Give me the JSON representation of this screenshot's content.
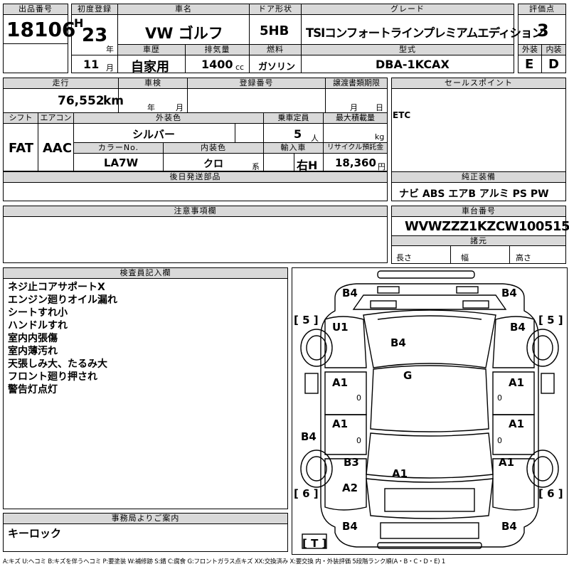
{
  "header": {
    "lot_label": "出品番号",
    "lot": "18106",
    "first_reg_label": "初度登録",
    "era": "H",
    "year": "23",
    "year_unit": "年",
    "month": "11",
    "month_unit": "月",
    "car_name_label": "車名",
    "car_name": "VW ゴルフ",
    "door_label": "ドア形状",
    "door": "5HB",
    "grade_label": "グレード",
    "grade": "TSIコンフォートラインプレミアムエディション",
    "score_label": "評価点",
    "score": "3",
    "history_label": "車歴",
    "history": "自家用",
    "displacement_label": "排気量",
    "displacement": "1400",
    "displacement_unit": "cc",
    "fuel_label": "燃料",
    "fuel": "ガソリン",
    "model_code_label": "型式",
    "model_code": "DBA-1KCAX",
    "exterior_label": "外装",
    "exterior": "E",
    "interior_label": "内装",
    "interior": "D"
  },
  "middle": {
    "mileage_label": "走行",
    "mileage": "76,552",
    "mileage_unit": "km",
    "inspection_label": "車検",
    "year_unit": "年",
    "month_unit": "月",
    "reg_no_label": "登録番号",
    "transfer_label": "譲渡書類期限",
    "tr_month": "月",
    "tr_day": "日",
    "shift_label": "シフト",
    "shift": "FAT",
    "ac_label": "エアコン",
    "ac": "AAC",
    "ext_color_label": "外装色",
    "ext_color": "シルバー",
    "capacity_label": "乗車定員",
    "capacity": "5",
    "capacity_unit": "人",
    "max_load_label": "最大積載量",
    "max_load_unit": "kg",
    "color_no_label": "カラーNo.",
    "color_no": "LA7W",
    "int_color_label": "内装色",
    "int_color": "クロ",
    "int_color_unit": "系",
    "import_label": "輸入車",
    "import": "右H",
    "recycle_label": "リサイクル預託金",
    "recycle": "18,360",
    "recycle_unit": "円",
    "later_parts_label": "後日発送部品",
    "notice_label": "注意事項欄",
    "sales_point_label": "セールスポイント",
    "sales_point": "ETC",
    "equipment_label": "純正装備",
    "equipment": "ナビ ABS エアB アルミ PS PW",
    "chassis_label": "車台番号",
    "chassis": "WVWZZZ1KZCW100515",
    "specs_label": "諸元",
    "length_label": "長さ",
    "width_label": "幅",
    "height_label": "高さ"
  },
  "inspector": {
    "label": "検査員記入欄",
    "lines": [
      "ネジ止コアサポートX",
      "エンジン廻りオイル漏れ",
      "シートすれ小",
      "ハンドルすれ",
      "室内内張傷",
      "室内薄汚れ",
      "天張しみ大、たるみ大",
      "フロント廻り押され",
      "警告灯点灯"
    ]
  },
  "office": {
    "label": "事務局よりご案内",
    "text": "キーロック"
  },
  "diagram": {
    "tire_left_top": "[ 5 ]",
    "tire_right_top": "[ 5 ]",
    "tire_left_bottom": "[ 6 ]",
    "tire_right_bottom": "[ 6 ]",
    "spare": "[ T ]",
    "marks": {
      "front_left": "B4",
      "front_right": "B4",
      "fender_left": "U1",
      "fender_right": "B4",
      "hood": "B4",
      "glass": "G",
      "front_door_left": "A1",
      "front_door_right": "A1",
      "rear_door_left": "A1",
      "rear_door_right": "A1",
      "sill_left": "B4",
      "quarter_left": "B3",
      "quarter_right": "A1",
      "trunk": "A1",
      "rear_lower_left": "A2",
      "rear_left": "B4",
      "rear_right": "B4"
    },
    "zeros": [
      "0",
      "0",
      "0",
      "0"
    ]
  },
  "legend": "A:キズ U:ヘコミ B:キズを伴うヘコミ P:要塗装 W:補修跡 S:錆 C:腐食 G:フロントガラス点キズ XX:交換済み X:要交換 内・外装評価 5段階ランク順(A・B・C・D・E) 1"
}
